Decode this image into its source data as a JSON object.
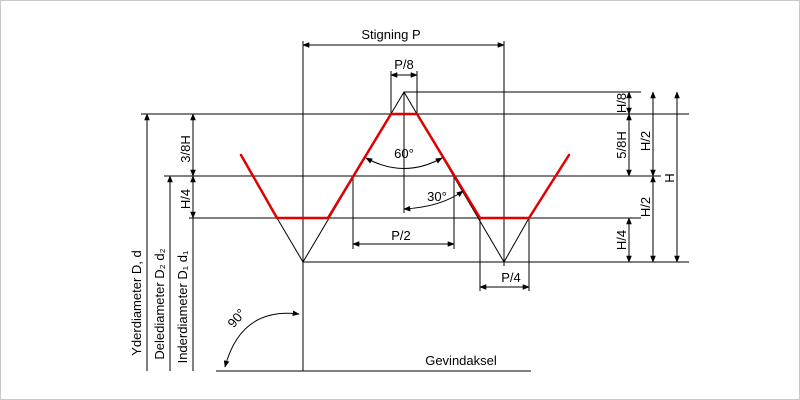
{
  "labels": {
    "pitch": "Stigning P",
    "p8": "P/8",
    "p2": "P/2",
    "p4": "P/4",
    "h8": "H/8",
    "h58": "5/8H",
    "h38": "3/8H",
    "h4_left": "H/4",
    "h4_right": "H/4",
    "h2_top": "H/2",
    "h2_bottom": "H/2",
    "h": "H",
    "angle60": "60°",
    "angle30": "30°",
    "angle90": "90°",
    "major_diameter": "Yderdiameter D, d",
    "pitch_diameter": "Delediameter D₂ d₂",
    "minor_diameter": "Inderdiameter D₁ d₁",
    "axis": "Gevindaksel"
  },
  "colors": {
    "profile": "#e00000",
    "lines": "#000000"
  }
}
